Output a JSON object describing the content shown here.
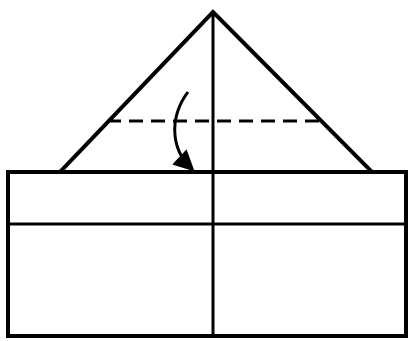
{
  "colors": {
    "background": "#ffffff",
    "stroke": "#000000"
  },
  "diagram": {
    "shapes": [
      "paper-rectangle-base",
      "triangle-flap",
      "vertical-crease",
      "horizontal-crease",
      "valley-fold-dashed-line",
      "fold-arrow"
    ],
    "fold_type": "valley-fold-down"
  }
}
